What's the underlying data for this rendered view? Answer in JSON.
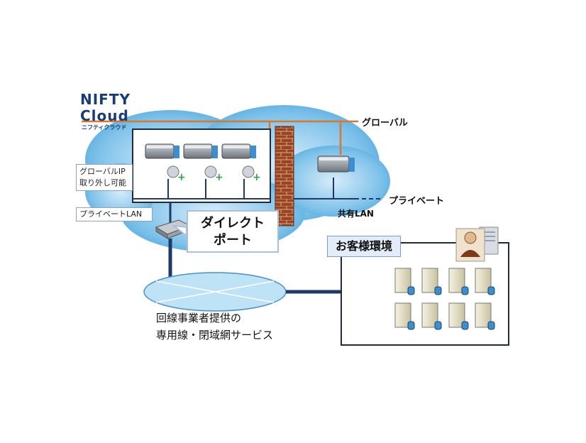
{
  "logo": {
    "line1": "NIFTY",
    "line2": "Cloud",
    "line3": "ニフティクラウド"
  },
  "labels": {
    "global": "グローバル",
    "private": "プライベート",
    "shared_lan": "共有LAN",
    "global_ip_line1": "グローバルIP",
    "global_ip_line2": "取り外し可能",
    "private_lan": "プライベートLAN",
    "direct_line1": "ダイレクト",
    "direct_line2": "ポート",
    "customer_env": "お客様環境",
    "carrier_line1": "回線事業者提供の",
    "carrier_line2": "専用線・閉域網サービス"
  },
  "colors": {
    "cloud": "#5fb0e0",
    "cloud_light": "#a9d6f2",
    "global_line": "#d9782c",
    "network_line": "#1f3a66",
    "wall": "#8a3b1e",
    "closed_net": "#bfe3f6"
  }
}
